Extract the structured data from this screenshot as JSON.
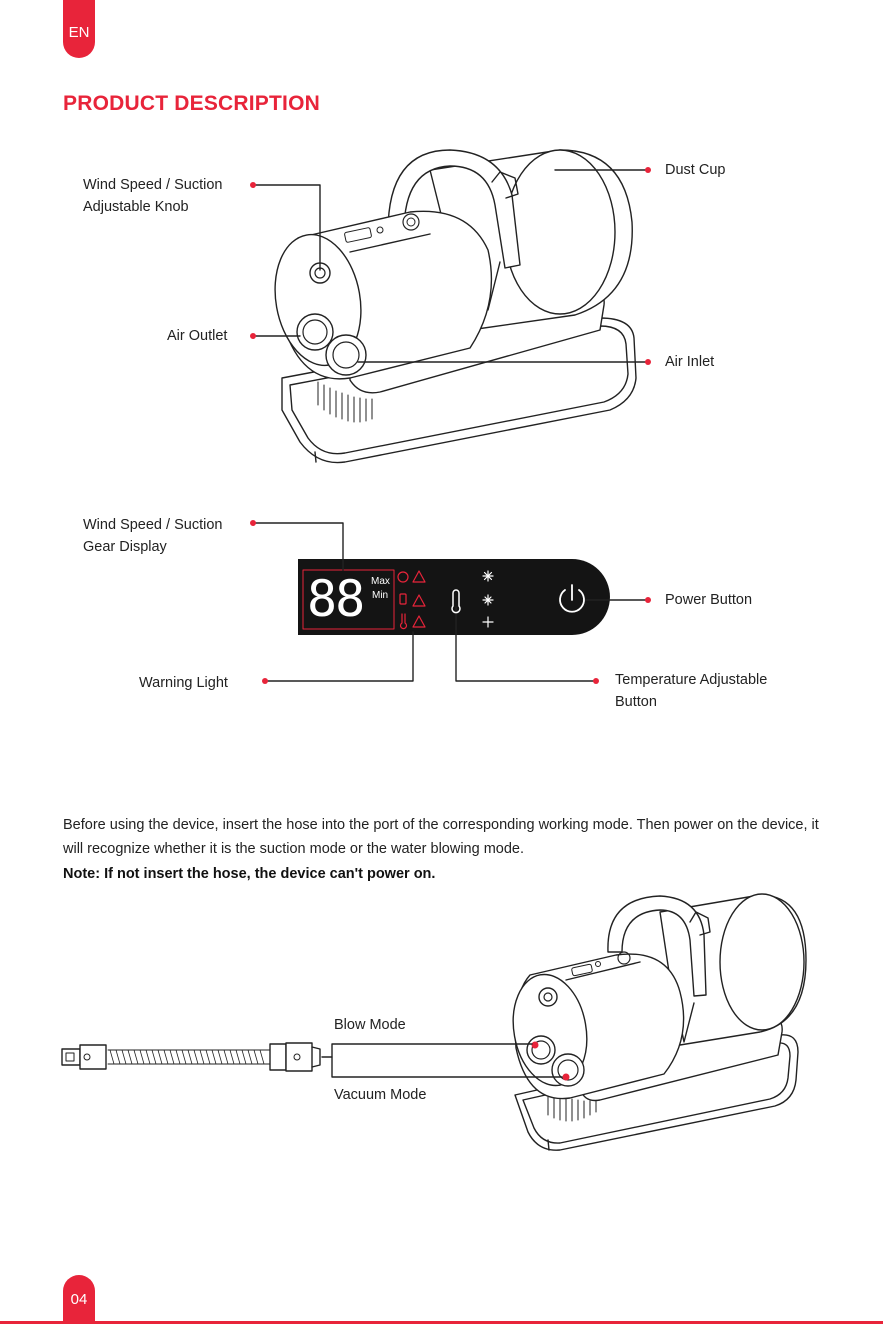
{
  "header_tab": "EN",
  "section_title": "PRODUCT DESCRIPTION",
  "diagram1": {
    "knob_label_line1": "Wind Speed / Suction",
    "knob_label_line2": "Adjustable Knob",
    "air_outlet": "Air Outlet",
    "dust_cup": "Dust Cup",
    "air_inlet": "Air Inlet"
  },
  "diagram2": {
    "gear_label_line1": "Wind Speed / Suction",
    "gear_label_line2": "Gear Display",
    "display_digits": "88",
    "max": "Max",
    "min": "Min",
    "warning_light": "Warning Light",
    "power_button": "Power Button",
    "temp_label_line1": "Temperature Adjustable",
    "temp_label_line2": "Button"
  },
  "instructions": {
    "paragraph": "Before using the device, insert the hose into the port of the corresponding working mode. Then power on the device, it will recognize whether it is the suction mode or the water blowing mode.",
    "note": "Note: If not insert the hose, the device can't power on."
  },
  "diagram3": {
    "blow_mode": "Blow Mode",
    "vacuum_mode": "Vacuum Mode"
  },
  "colors": {
    "accent": "#e8243a",
    "panel": "#141414",
    "line": "#222222"
  },
  "page_number": "04"
}
